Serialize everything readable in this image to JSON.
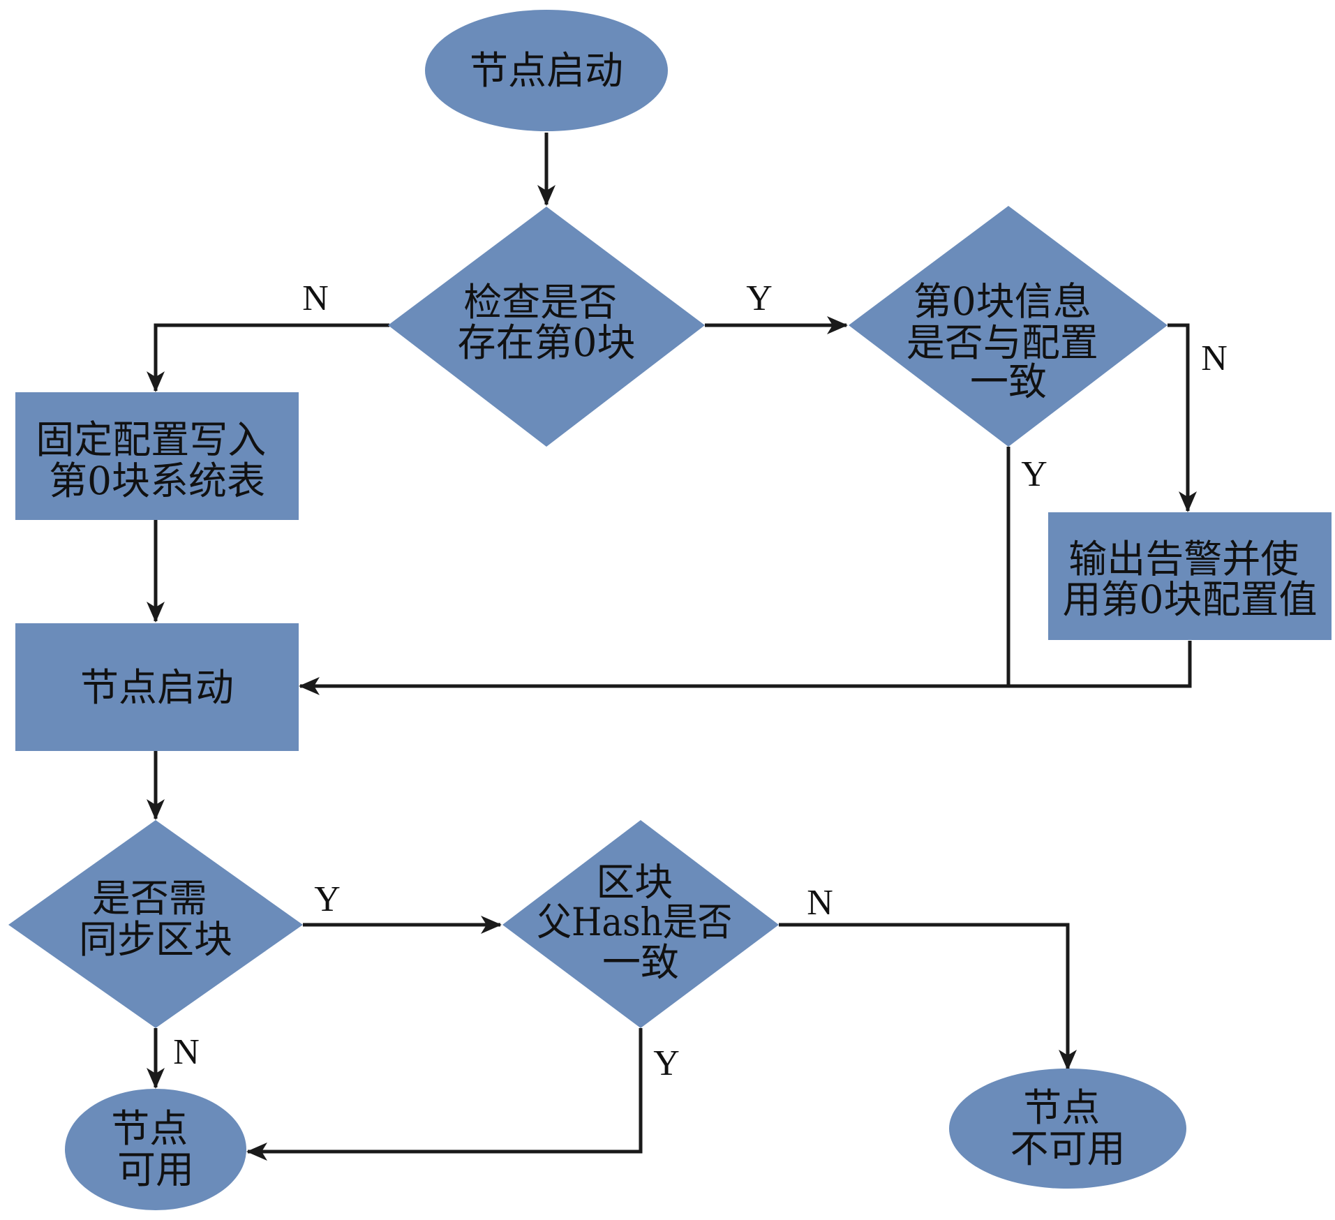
{
  "colors": {
    "node_fill": "#6b8cba",
    "edge": "#1a1a1a",
    "text": "#111111",
    "background": "#ffffff"
  },
  "nodes": {
    "start": {
      "lines": [
        "节点启动"
      ]
    },
    "check_block0": {
      "lines": [
        "检查是否",
        "存在第0块"
      ]
    },
    "block0_consistent": {
      "lines": [
        "第0块信息",
        "是否与配置",
        "一致"
      ]
    },
    "write_config": {
      "lines": [
        "固定配置写入",
        "第0块系统表"
      ]
    },
    "warn_use_block0": {
      "lines": [
        "输出告警并使",
        "用第0块配置值"
      ]
    },
    "node_start2": {
      "lines": [
        "节点启动"
      ]
    },
    "need_sync": {
      "lines": [
        "是否需",
        "同步区块"
      ]
    },
    "parent_hash": {
      "lines": [
        "区块",
        "父Hash是否",
        "一致"
      ]
    },
    "node_available": {
      "lines": [
        "节点",
        "可用"
      ]
    },
    "node_unavailable": {
      "lines": [
        "节点",
        "不可用"
      ]
    }
  },
  "edge_labels": {
    "check_no": "N",
    "check_yes": "Y",
    "consistent_no": "N",
    "consistent_yes": "Y",
    "sync_yes": "Y",
    "sync_no": "N",
    "hash_no": "N",
    "hash_yes": "Y"
  }
}
